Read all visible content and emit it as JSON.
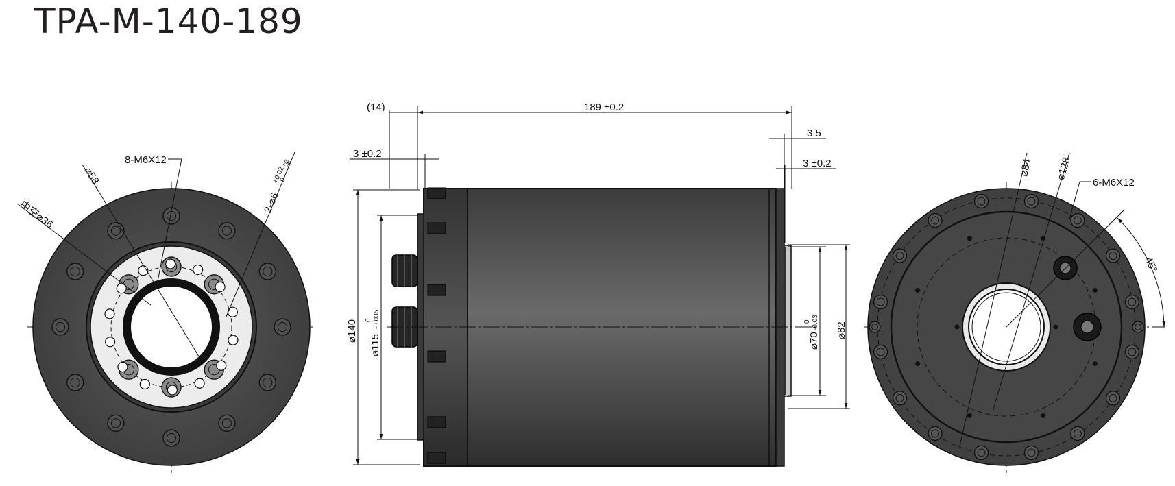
{
  "title": "TPA-M-140-189",
  "left_view": {
    "label_tapped_holes": "8-M6X12",
    "label_bolt_circle": "⌀58",
    "label_pin_holes": "2-⌀6",
    "label_pin_tol_upper": "+0.02",
    "label_pin_tol_lower": "0",
    "label_pin_depth": "深",
    "label_center_hole": "中空⌀36"
  },
  "side_view": {
    "overall_length": "189 ±0.2",
    "cable_gland_offset": "(14)",
    "left_flange_thickness": "3 ±0.2",
    "right_step_35": "3.5",
    "right_step_3": "3 ±0.2",
    "outer_diameter": "⌀140",
    "left_pilot_diameter": "⌀115",
    "left_pilot_tol_upper": "0",
    "left_pilot_tol_lower": "-0.035",
    "right_pilot_diameter": "⌀70",
    "right_pilot_tol_upper": "0",
    "right_pilot_tol_lower": "-0.03",
    "right_boss_diameter": "⌀82"
  },
  "right_view": {
    "label_inner_circle": "⌀84",
    "label_outer_circle": "⌀128",
    "label_tapped_holes": "6-M6X12",
    "label_angle": "45°"
  },
  "colors": {
    "housing": "#4a4a4a",
    "ring": "#e8e8e8",
    "line": "#111111"
  }
}
